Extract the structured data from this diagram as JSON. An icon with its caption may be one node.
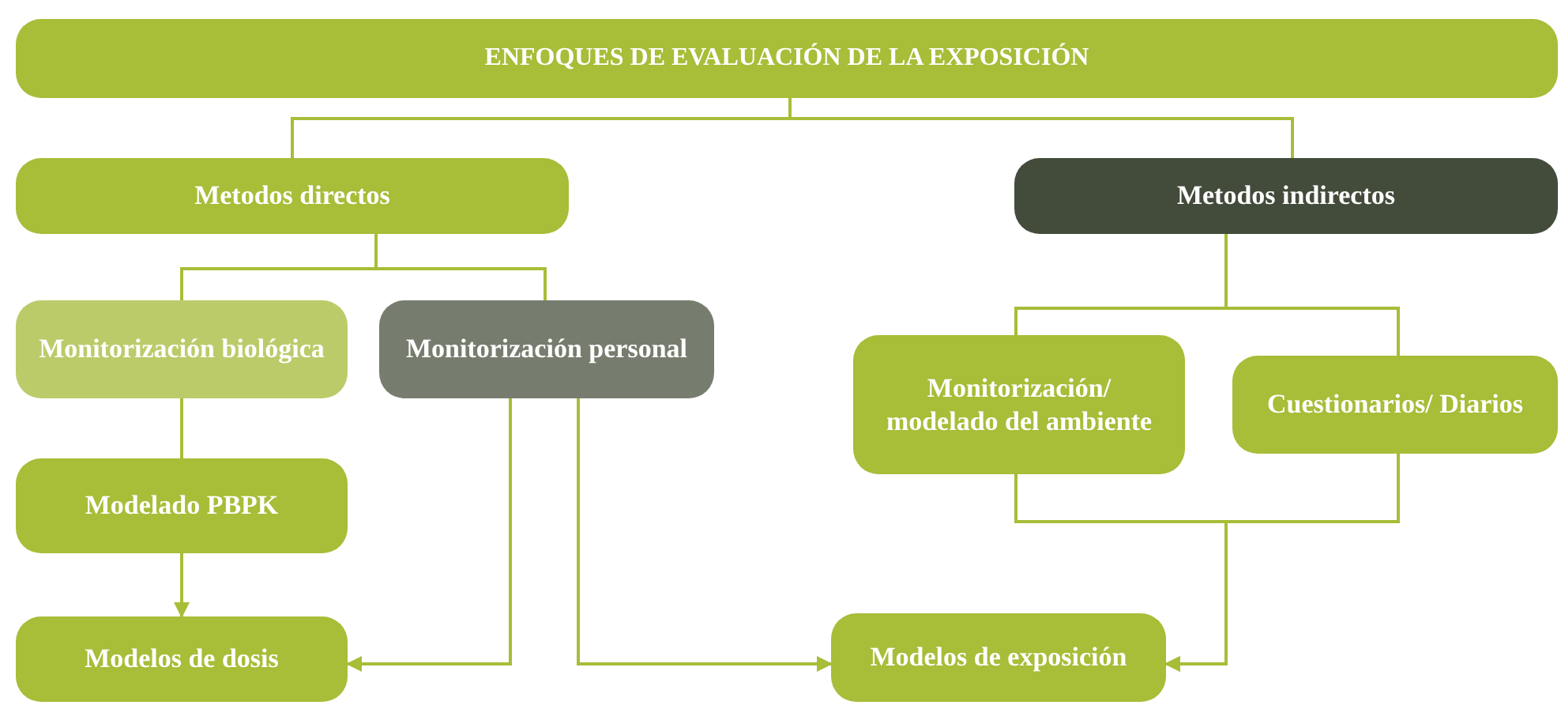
{
  "diagram": {
    "nodes": [
      {
        "text": [
          "ENFOQUES DE EVALUACIÓN DE LA EXPOSICIÓN"
        ]
      },
      {
        "text": [
          "Metodos directos"
        ]
      },
      {
        "text": [
          "Metodos indirectos"
        ]
      },
      {
        "text": [
          "Monitorización biológica"
        ]
      },
      {
        "text": [
          "Monitorización personal"
        ]
      },
      {
        "text": [
          "Monitorización/ modelado del ambiente"
        ]
      },
      {
        "text": [
          "Cuestionarios/ Diarios"
        ]
      },
      {
        "text": [
          "Modelado PBPK"
        ]
      },
      {
        "text": [
          "Modelos de dosis"
        ]
      },
      {
        "text": [
          "Modelos de exposición"
        ]
      }
    ],
    "edges": [
      {
        "from": 0,
        "to": 1,
        "arrow": "none"
      },
      {
        "from": 0,
        "to": 2,
        "arrow": "none"
      },
      {
        "from": 1,
        "to": 3,
        "arrow": "none"
      },
      {
        "from": 1,
        "to": 4,
        "arrow": "none"
      },
      {
        "from": 2,
        "to": 5,
        "arrow": "none"
      },
      {
        "from": 2,
        "to": 6,
        "arrow": "none"
      },
      {
        "from": 3,
        "to": 7,
        "arrow": "none"
      },
      {
        "from": 7,
        "to": 8,
        "arrow": "to"
      },
      {
        "from": 4,
        "to": 8,
        "arrow": "to"
      },
      {
        "from": 4,
        "to": 9,
        "arrow": "to"
      },
      {
        "from": 5,
        "to": 9,
        "arrow": "to"
      },
      {
        "from": 6,
        "to": 9,
        "arrow": "to"
      }
    ]
  }
}
